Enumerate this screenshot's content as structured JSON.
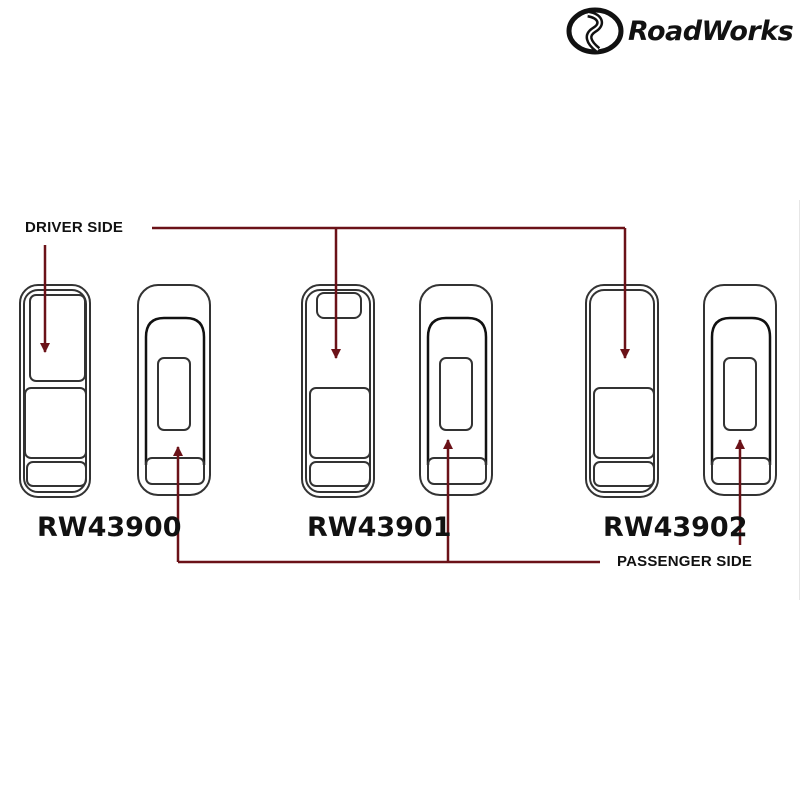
{
  "brand": {
    "name": "RoadWorks"
  },
  "labels": {
    "driver_side": "DRIVER SIDE",
    "passenger_side": "PASSENGER SIDE"
  },
  "models": [
    {
      "code": "RW43900"
    },
    {
      "code": "RW43901"
    },
    {
      "code": "RW43902"
    }
  ],
  "colors": {
    "arrow": "#6b1218",
    "outline": "#333333"
  }
}
